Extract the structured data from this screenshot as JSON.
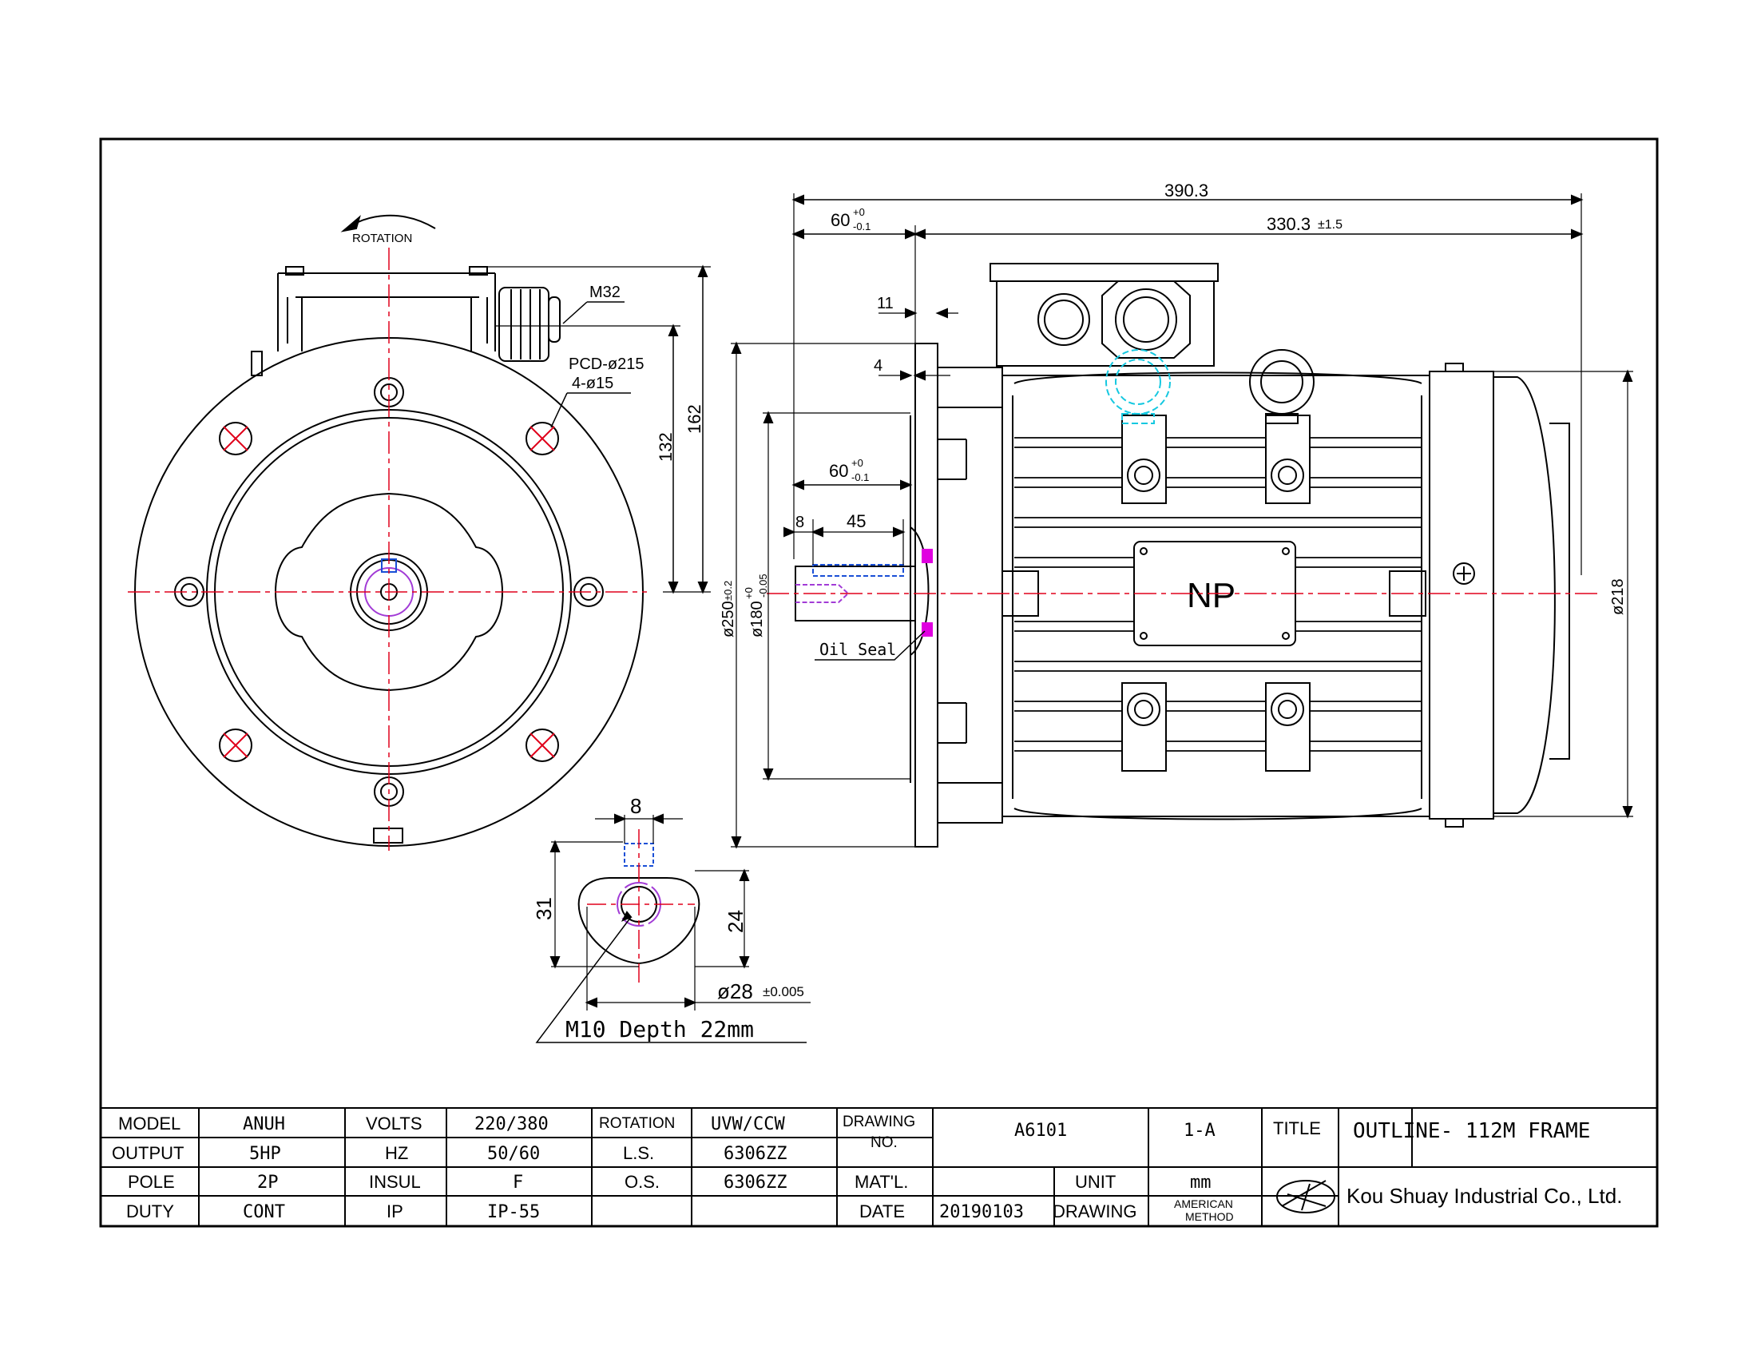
{
  "front_view": {
    "rotation_label": "ROTATION",
    "m32_label": "M32",
    "pcd_label": "PCD-ø215",
    "holes_label": "4-ø15",
    "dim_132": "132",
    "dim_162": "162"
  },
  "side_view": {
    "dim_390": "390.3",
    "dim_330": "330.3",
    "dim_330_tol": "±1.5",
    "dim_60_top": "60",
    "dim_60_mid": "60",
    "tol_plus0": "+0",
    "tol_minus01": "-0.1",
    "dim_11": "11",
    "dim_4": "4",
    "dim_8": "8",
    "dim_45": "45",
    "dim_250": "ø250",
    "dim_250_tol": "±0.2",
    "dim_180": "ø180",
    "dim_180_tol_top": "+0",
    "dim_180_tol_bot": "-0.05",
    "dim_218": "ø218",
    "oil_seal": "Oil Seal",
    "nameplate": "NP"
  },
  "shaft_detail": {
    "dim_8": "8",
    "dim_31": "31",
    "dim_24": "24",
    "dia_28": "ø28",
    "dia_28_tol": "±0.005",
    "thread": "M10 Depth 22mm"
  },
  "title_block": {
    "r1": [
      "MODEL",
      "ANUH",
      "VOLTS",
      "220/380",
      "ROTATION",
      "UVW/CCW"
    ],
    "r2": [
      "OUTPUT",
      "5HP",
      "HZ",
      "50/60",
      "L.S.",
      "6306ZZ"
    ],
    "r3": [
      "POLE",
      "2P",
      "INSUL",
      "F",
      "O.S.",
      "6306ZZ"
    ],
    "r4": [
      "DUTY",
      "CONT",
      "IP",
      "IP-55",
      "",
      ""
    ],
    "drawing_no_label_1": "DRAWING",
    "drawing_no_label_2": "NO.",
    "drawing_no": "A6101",
    "revision": "1-A",
    "title_label": "TITLE",
    "title": "OUTLINE- 112M FRAME",
    "matl_label": "MAT'L.",
    "unit_label": "UNIT",
    "unit": "mm",
    "date_label": "DATE",
    "date": "20190103",
    "drawing_label": "DRAWING",
    "method_1": "AMERICAN",
    "method_2": "METHOD",
    "company": "Kou Shuay Industrial Co., Ltd."
  },
  "colors": {
    "line": "#000000",
    "centerline": "#e0001b",
    "hidden_blue": "#1a4fd6",
    "thread_purple": "#a23bd6",
    "oil_seal": "#e000e0",
    "eyebolt_cyan": "#15c8e0"
  }
}
